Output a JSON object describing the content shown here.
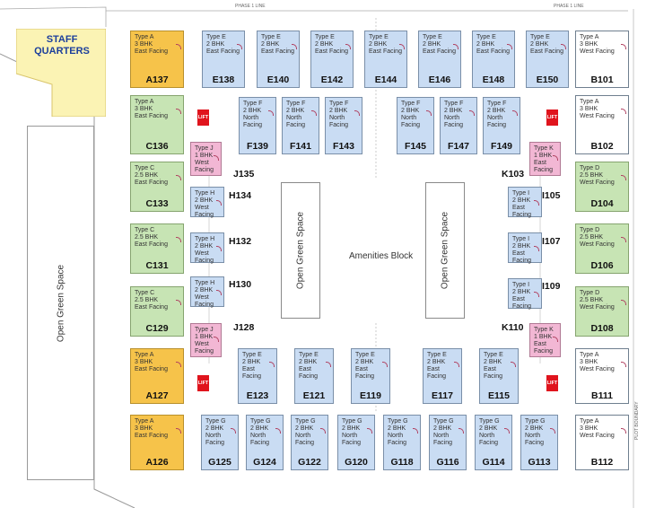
{
  "staff_quarters": "STAFF QUARTERS",
  "open_green_left": "Open Green Space",
  "open_green_center_left": "Open Green Space",
  "open_green_center_right": "Open Green Space",
  "amenities": "Amenities Block",
  "phase_line_left": "PHASE 1 LINE",
  "phase_line_right": "PHASE 1 LINE",
  "plot_boundary": "PLOT BOUNDARY",
  "lift": "LIFT",
  "units": [
    {
      "id": "A137",
      "lines": [
        "Type A",
        "3 BHK",
        "East Facing"
      ]
    },
    {
      "id": "E138",
      "lines": [
        "Type E",
        "2 BHK",
        "East Facing"
      ]
    },
    {
      "id": "E140",
      "lines": [
        "Type E",
        "2 BHK",
        "East Facing"
      ]
    },
    {
      "id": "E142",
      "lines": [
        "Type E",
        "2 BHK",
        "East Facing"
      ]
    },
    {
      "id": "E144",
      "lines": [
        "Type E",
        "2 BHK",
        "East Facing"
      ]
    },
    {
      "id": "E146",
      "lines": [
        "Type E",
        "2 BHK",
        "East Facing"
      ]
    },
    {
      "id": "E148",
      "lines": [
        "Type E",
        "2 BHK",
        "East Facing"
      ]
    },
    {
      "id": "E150",
      "lines": [
        "Type E",
        "2 BHK",
        "East Facing"
      ]
    },
    {
      "id": "B101",
      "lines": [
        "Type A",
        "3 BHK",
        "West Facing"
      ]
    },
    {
      "id": "C136",
      "lines": [
        "Type A",
        "3 BHK",
        "East Facing"
      ]
    },
    {
      "id": "F139",
      "lines": [
        "Type F",
        "2 BHK",
        "North",
        "Facing"
      ]
    },
    {
      "id": "F141",
      "lines": [
        "Type F",
        "2 BHK",
        "North",
        "Facing"
      ]
    },
    {
      "id": "F143",
      "lines": [
        "Type F",
        "2 BHK",
        "North",
        "Facing"
      ]
    },
    {
      "id": "F145",
      "lines": [
        "Type F",
        "2 BHK",
        "North",
        "Facing"
      ]
    },
    {
      "id": "F147",
      "lines": [
        "Type F",
        "2 BHK",
        "North",
        "Facing"
      ]
    },
    {
      "id": "F149",
      "lines": [
        "Type F",
        "2 BHK",
        "North",
        "Facing"
      ]
    },
    {
      "id": "B102",
      "lines": [
        "Type A",
        "3 BHK",
        "West Facing"
      ]
    },
    {
      "id": "J135",
      "lines": [
        "Type J",
        "1 BHK",
        "West",
        "Facing"
      ]
    },
    {
      "id": "K103",
      "lines": [
        "Type K",
        "1 BHK",
        "East",
        "Facing"
      ]
    },
    {
      "id": "C133",
      "lines": [
        "Type C",
        "2.5 BHK",
        "East Facing"
      ]
    },
    {
      "id": "H134",
      "lines": [
        "Type H",
        "2 BHK",
        "West Facing"
      ]
    },
    {
      "id": "I105",
      "lines": [
        "Type I",
        "2 BHK",
        "East Facing"
      ]
    },
    {
      "id": "D104",
      "lines": [
        "Type D",
        "2.5 BHK",
        "West Facing"
      ]
    },
    {
      "id": "C131",
      "lines": [
        "Type C",
        "2.5 BHK",
        "East Facing"
      ]
    },
    {
      "id": "H132",
      "lines": [
        "Type H",
        "2 BHK",
        "West Facing"
      ]
    },
    {
      "id": "I107",
      "lines": [
        "Type I",
        "2 BHK",
        "East Facing"
      ]
    },
    {
      "id": "D106",
      "lines": [
        "Type D",
        "2.5 BHK",
        "West Facing"
      ]
    },
    {
      "id": "C129",
      "lines": [
        "Type C",
        "2.5 BHK",
        "East Facing"
      ]
    },
    {
      "id": "H130",
      "lines": [
        "Type H",
        "2 BHK",
        "West Facing"
      ]
    },
    {
      "id": "I109",
      "lines": [
        "Type I",
        "2 BHK",
        "East Facing"
      ]
    },
    {
      "id": "D108",
      "lines": [
        "Type D",
        "2.5 BHK",
        "West Facing"
      ]
    },
    {
      "id": "J128",
      "lines": [
        "Type J",
        "1 BHK",
        "West",
        "Facing"
      ]
    },
    {
      "id": "K110",
      "lines": [
        "Type K",
        "1 BHK",
        "East",
        "Facing"
      ]
    },
    {
      "id": "A127",
      "lines": [
        "Type A",
        "3 BHK",
        "East Facing"
      ]
    },
    {
      "id": "E123",
      "lines": [
        "Type E",
        "2 BHK",
        "East Facing"
      ]
    },
    {
      "id": "E121",
      "lines": [
        "Type E",
        "2 BHK",
        "East Facing"
      ]
    },
    {
      "id": "E119",
      "lines": [
        "Type E",
        "2 BHK",
        "East Facing"
      ]
    },
    {
      "id": "E117",
      "lines": [
        "Type E",
        "2 BHK",
        "East Facing"
      ]
    },
    {
      "id": "E115",
      "lines": [
        "Type E",
        "2 BHK",
        "East Facing"
      ]
    },
    {
      "id": "B111",
      "lines": [
        "Type A",
        "3 BHK",
        "West Facing"
      ]
    },
    {
      "id": "A126",
      "lines": [
        "Type A",
        "3 BHK",
        "East Facing"
      ]
    },
    {
      "id": "G125",
      "lines": [
        "Type G",
        "2 BHK",
        "North",
        "Facing"
      ]
    },
    {
      "id": "G124",
      "lines": [
        "Type G",
        "2 BHK",
        "North",
        "Facing"
      ]
    },
    {
      "id": "G122",
      "lines": [
        "Type G",
        "2 BHK",
        "North",
        "Facing"
      ]
    },
    {
      "id": "G120",
      "lines": [
        "Type G",
        "2 BHK",
        "North",
        "Facing"
      ]
    },
    {
      "id": "G118",
      "lines": [
        "Type G",
        "2 BHK",
        "North",
        "Facing"
      ]
    },
    {
      "id": "G116",
      "lines": [
        "Type G",
        "2 BHK",
        "North",
        "Facing"
      ]
    },
    {
      "id": "G114",
      "lines": [
        "Type G",
        "2 BHK",
        "North",
        "Facing"
      ]
    },
    {
      "id": "G113",
      "lines": [
        "Type G",
        "2 BHK",
        "North",
        "Facing"
      ]
    },
    {
      "id": "B112",
      "lines": [
        "Type A",
        "3 BHK",
        "West Facing"
      ]
    }
  ]
}
